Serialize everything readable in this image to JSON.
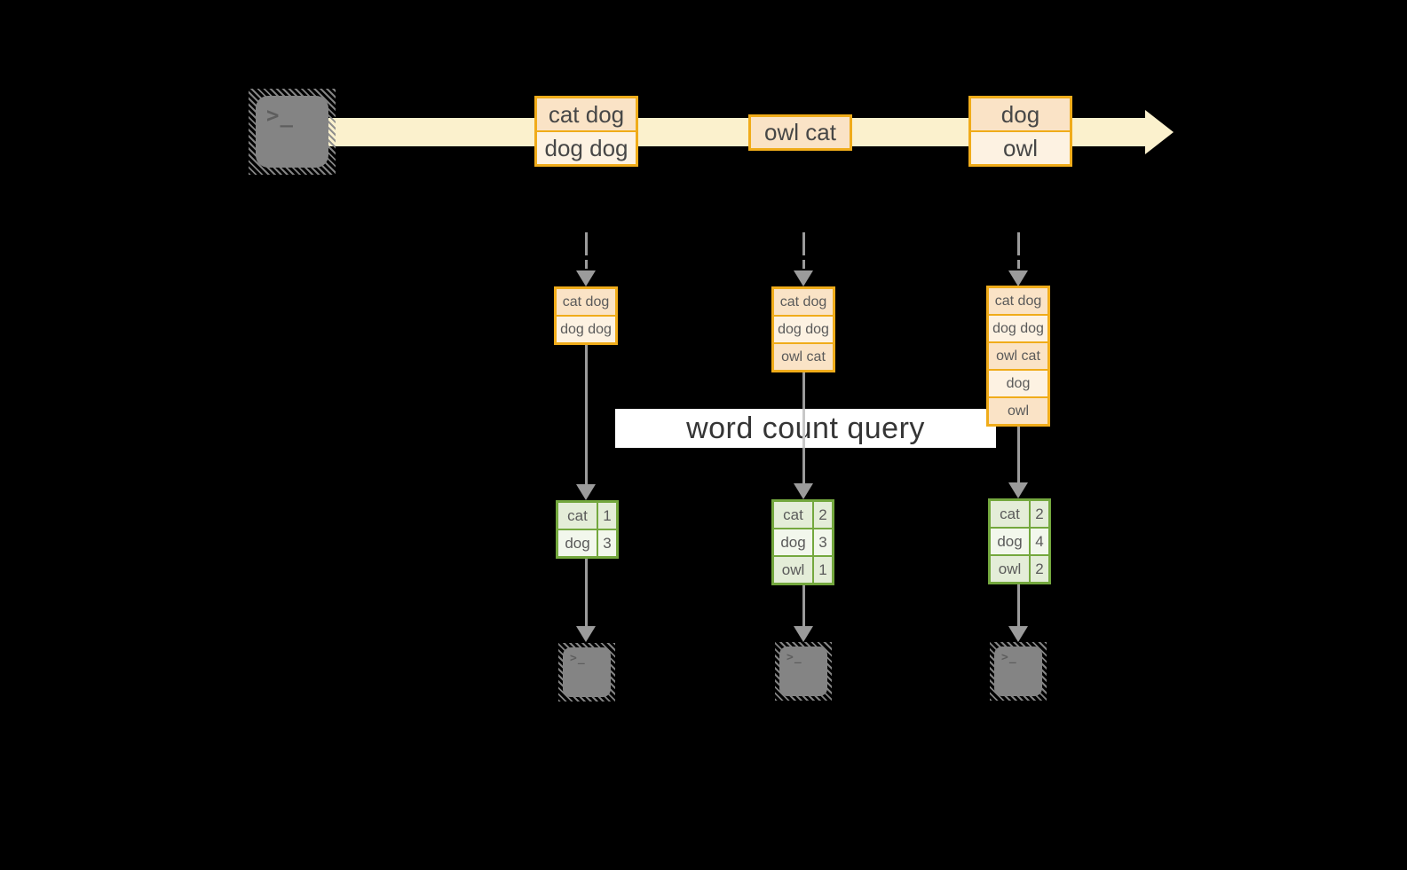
{
  "palette": {
    "canvas-bg": "#000000",
    "stream-bar": "#FBF1CD",
    "amber": "#F0AC1A",
    "cell-dark": "#FAE3C6",
    "cell-light": "#FDF2E2",
    "green": "#74A83E",
    "gcell-dark": "#E4EDD8",
    "gcell-light": "#F2F7EC",
    "gray": "#9B9B9B",
    "terminal-gray": "#848484",
    "banner-bg": "#FFFFFF"
  },
  "terminal": {
    "glyph": ">_"
  },
  "banner": {
    "label": "word count query"
  },
  "stream": {
    "batches": [
      {
        "lines": [
          "cat dog",
          "dog dog"
        ]
      },
      {
        "lines": [
          "owl cat"
        ]
      },
      {
        "lines": [
          "dog",
          "owl"
        ]
      }
    ]
  },
  "columns": [
    {
      "micro_batch": [
        "cat dog",
        "dog dog"
      ],
      "counts": [
        {
          "word": "cat",
          "count": "1"
        },
        {
          "word": "dog",
          "count": "3"
        }
      ]
    },
    {
      "micro_batch": [
        "cat dog",
        "dog dog",
        "owl cat"
      ],
      "counts": [
        {
          "word": "cat",
          "count": "2"
        },
        {
          "word": "dog",
          "count": "3"
        },
        {
          "word": "owl",
          "count": "1"
        }
      ]
    },
    {
      "micro_batch": [
        "cat dog",
        "dog dog",
        "owl cat",
        "dog",
        "owl"
      ],
      "counts": [
        {
          "word": "cat",
          "count": "2"
        },
        {
          "word": "dog",
          "count": "4"
        },
        {
          "word": "owl",
          "count": "2"
        }
      ]
    }
  ]
}
